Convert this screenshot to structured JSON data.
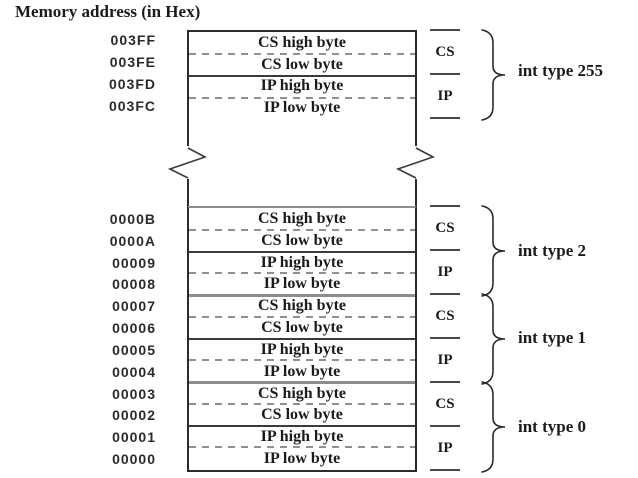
{
  "title": "Memory address (in Hex)",
  "colors": {
    "line": "#2b2b2b",
    "dashed_line": "#909090",
    "group_boundary": "#8d8d8d",
    "text": "#1b1b1b"
  },
  "sections": [
    {
      "brace_label": "int type 255",
      "addresses": [
        "003FF",
        "003FE",
        "003FD",
        "003FC"
      ],
      "cells": [
        "CS high byte",
        "CS low byte",
        "IP high byte",
        "IP low byte"
      ],
      "registers": [
        "CS",
        "IP"
      ]
    },
    {
      "brace_label": "int type 2",
      "addresses": [
        "0000B",
        "0000A",
        "00009",
        "00008"
      ],
      "cells": [
        "CS high byte",
        "CS low byte",
        "IP high byte",
        "IP low byte"
      ],
      "registers": [
        "CS",
        "IP"
      ]
    },
    {
      "brace_label": "int type 1",
      "addresses": [
        "00007",
        "00006",
        "00005",
        "00004"
      ],
      "cells": [
        "CS high byte",
        "CS low byte",
        "IP high byte",
        "IP low byte"
      ],
      "registers": [
        "CS",
        "IP"
      ]
    },
    {
      "brace_label": "int type 0",
      "addresses": [
        "00003",
        "00002",
        "00001",
        "00000"
      ],
      "cells": [
        "CS high byte",
        "CS low byte",
        "IP high byte",
        "IP low byte"
      ],
      "registers": [
        "CS",
        "IP"
      ]
    }
  ]
}
